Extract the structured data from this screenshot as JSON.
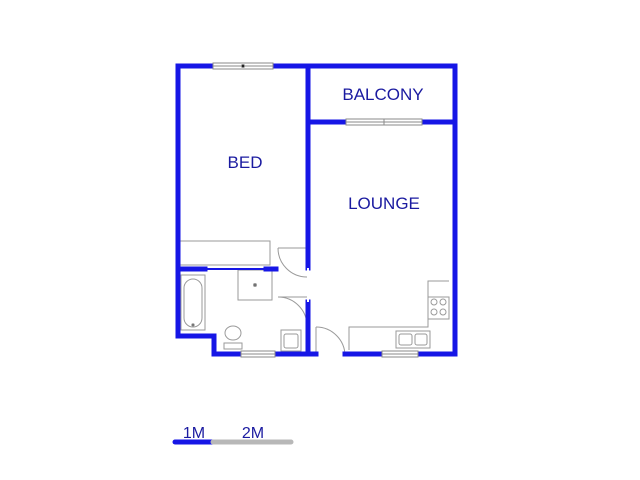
{
  "rooms": {
    "bed": "BED",
    "balcony": "BALCONY",
    "lounge": "LOUNGE"
  },
  "scale": {
    "label_1": "1M",
    "label_2": "2M"
  },
  "colors": {
    "wall": "#1616e6",
    "fixture": "#9a9a9a",
    "text": "#1a1aa0",
    "scale_gray": "#b8b8b8"
  }
}
